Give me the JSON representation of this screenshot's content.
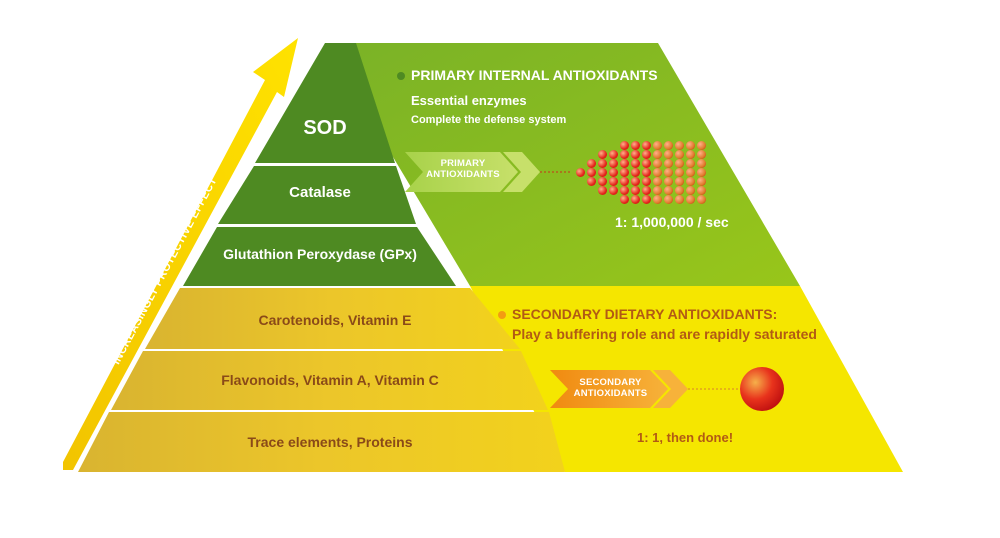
{
  "arrow_label": "INCREASINGLY PROTECTIVE EFFECT",
  "primary": {
    "header": "PRIMARY INTERNAL ANTIOXIDANTS",
    "subheader": "Essential enzymes",
    "detail": "Complete the defense system",
    "chevron_line1": "PRIMARY",
    "chevron_line2": "ANTIOXIDANTS",
    "ratio": "1: 1,000,000 / sec",
    "tiers": [
      "SOD",
      "Catalase",
      "Glutathion Peroxydase (GPx)"
    ]
  },
  "secondary": {
    "header": "SECONDARY DIETARY ANTIOXIDANTS:",
    "subheader": "Play a buffering role and are rapidly saturated",
    "chevron_line1": "SECONDARY",
    "chevron_line2": "ANTIOXIDANTS",
    "ratio": "1: 1, then done!",
    "tiers": [
      "Carotenoids, Vitamin E",
      "Flavonoids, Vitamin A, Vitamin C",
      "Trace elements, Proteins"
    ]
  },
  "colors": {
    "primary_green": "#8cbe1e",
    "dark_green": "#4e8a22",
    "secondary_yellow": "#f5e600",
    "ochre": "#e8c020",
    "header_orange": "#b25a14",
    "bullet_green": "#4e8a22",
    "bullet_orange": "#f39c12"
  }
}
